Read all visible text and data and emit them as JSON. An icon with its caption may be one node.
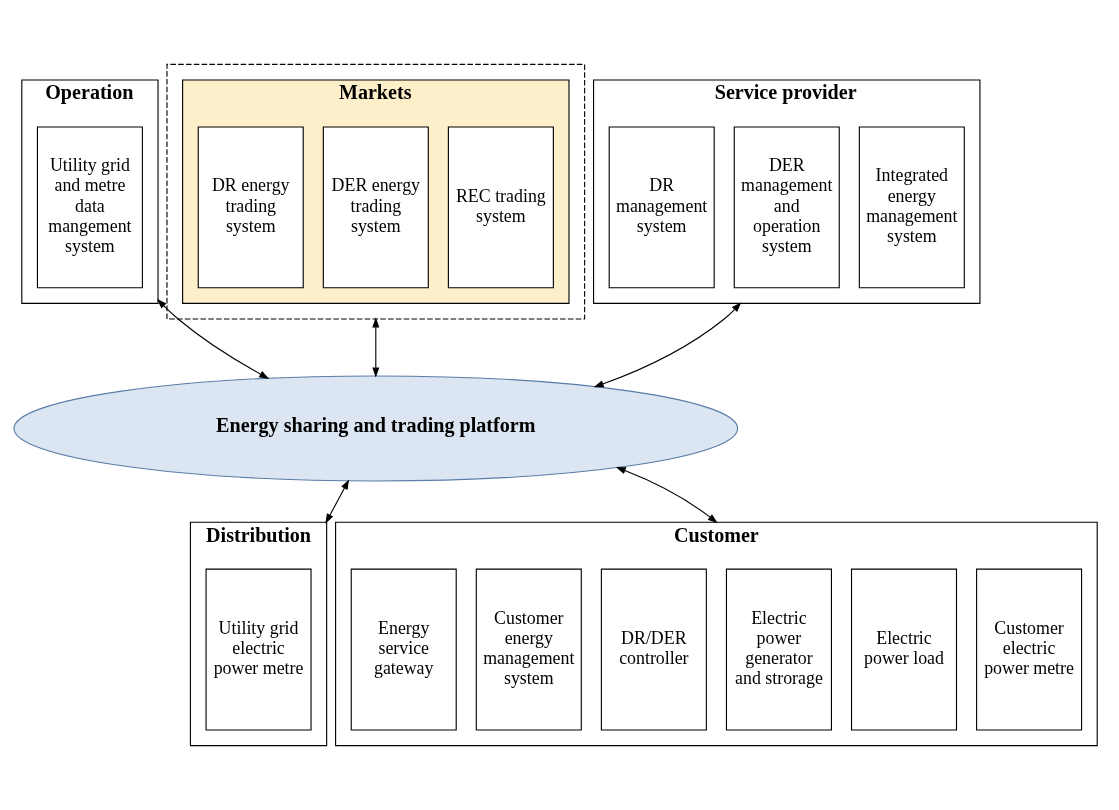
{
  "diagram": {
    "nodes": [
      {
        "text": [
          "Operation"
        ]
      },
      {
        "text": [
          "Utility grid and metre data mangement system"
        ],
        "in": 0
      },
      {
        "text": [],
        "shape": "box"
      },
      {
        "text": [
          "Markets"
        ],
        "in": 2
      },
      {
        "text": [
          "DR energy trading system"
        ],
        "in": 3
      },
      {
        "text": [
          "DER energy trading system"
        ],
        "in": 3
      },
      {
        "text": [
          "REC trading system"
        ],
        "in": 3
      },
      {
        "text": [
          "Service provider"
        ]
      },
      {
        "text": [
          "DR management system"
        ],
        "in": 7
      },
      {
        "text": [
          "DER management and operation system"
        ],
        "in": 7
      },
      {
        "text": [
          "Integrated energy management system"
        ],
        "in": 7
      },
      {
        "text": [
          "Energy sharing and trading platform"
        ]
      },
      {
        "text": [
          "Distribution"
        ]
      },
      {
        "text": [
          "Utility grid electric power metre"
        ],
        "in": 12
      },
      {
        "text": [
          "Customer"
        ]
      },
      {
        "text": [
          "Energy service gateway"
        ],
        "in": 14
      },
      {
        "text": [
          "Customer energy management system"
        ],
        "in": 14
      },
      {
        "text": [
          "DR/DER controller"
        ],
        "in": 14
      },
      {
        "text": [
          "Electric power generator and strorage"
        ],
        "in": 14
      },
      {
        "text": [
          "Electric power load"
        ],
        "in": 14
      },
      {
        "text": [
          "Customer electric power metre"
        ],
        "in": 14
      }
    ],
    "edges": [
      {
        "from": 0,
        "to": 11,
        "arrow": "both"
      },
      {
        "from": 2,
        "to": 11,
        "arrow": "both"
      },
      {
        "from": 7,
        "to": 11,
        "arrow": "both"
      },
      {
        "from": 11,
        "to": 12,
        "arrow": "both"
      },
      {
        "from": 11,
        "to": 14,
        "arrow": "both"
      }
    ]
  }
}
